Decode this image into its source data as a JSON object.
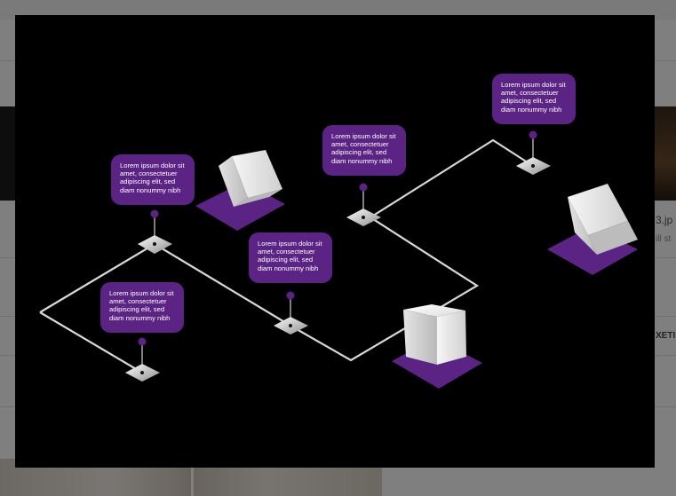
{
  "background": {
    "side_filename": "3.jp",
    "side_caption": "ill st",
    "side_label": "XETI"
  },
  "lightbox": {
    "colors": {
      "background": "#000000",
      "accent": "#5b2383",
      "path": "#d8d8d8"
    },
    "callouts": [
      {
        "text": "Lorem ipsum dolor sit amet, consectetuer adipiscing elit, sed diam nonummy nibh"
      },
      {
        "text": "Lorem ipsum dolor sit amet, consectetuer adipiscing elit, sed diam nonummy nibh"
      },
      {
        "text": "Lorem ipsum dolor sit amet, consectetuer adipiscing elit, sed diam nonummy nibh"
      },
      {
        "text": "Lorem ipsum dolor sit amet, consectetuer adipiscing elit, sed diam nonummy nibh"
      },
      {
        "text": "Lorem ipsum dolor sit amet, consectetuer adipiscing elit, sed diam nonummy nibh"
      }
    ]
  }
}
